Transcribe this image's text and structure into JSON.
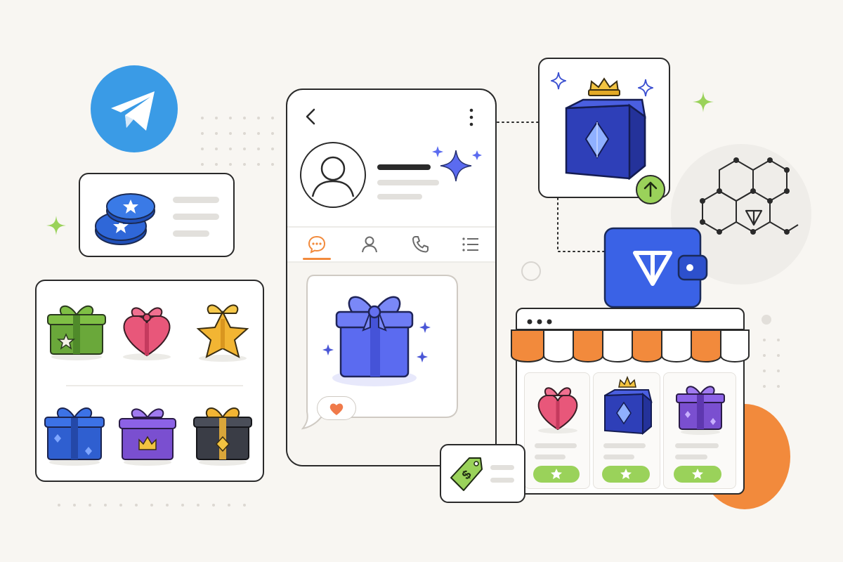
{
  "colors": {
    "background": "#f8f6f2",
    "telegram_blue": "#3a9be6",
    "gift_blue": "#5b6bf0",
    "ton_blue": "#3a62e6",
    "accent_orange": "#f28a3c",
    "accent_green": "#9ad25a",
    "cube_navy": "#2e3fb8",
    "star_blue": "#2f67d8"
  },
  "icons": {
    "logo": "telegram-logo-icon",
    "back": "chevron-left-icon",
    "menu": "more-vertical-icon",
    "profile": "user-avatar-icon",
    "chat": "chat-bubble-icon",
    "contacts": "person-icon",
    "calls": "phone-icon",
    "settings": "list-icon",
    "coins": "star-coins-icon",
    "gift": "gift-box-icon",
    "heart": "heart-reaction-icon",
    "nft": "crowned-cube-icon",
    "upgrade": "arrow-up-icon",
    "wallet": "ton-wallet-icon",
    "network": "hexagon-network-icon",
    "price": "dollar-tag-icon",
    "shop": "storefront-icon",
    "buy": "star-icon"
  },
  "phone": {
    "active_tab": 0
  },
  "gift_grid": {
    "rows": 2,
    "columns": 3
  },
  "shop": {
    "items": 3
  }
}
